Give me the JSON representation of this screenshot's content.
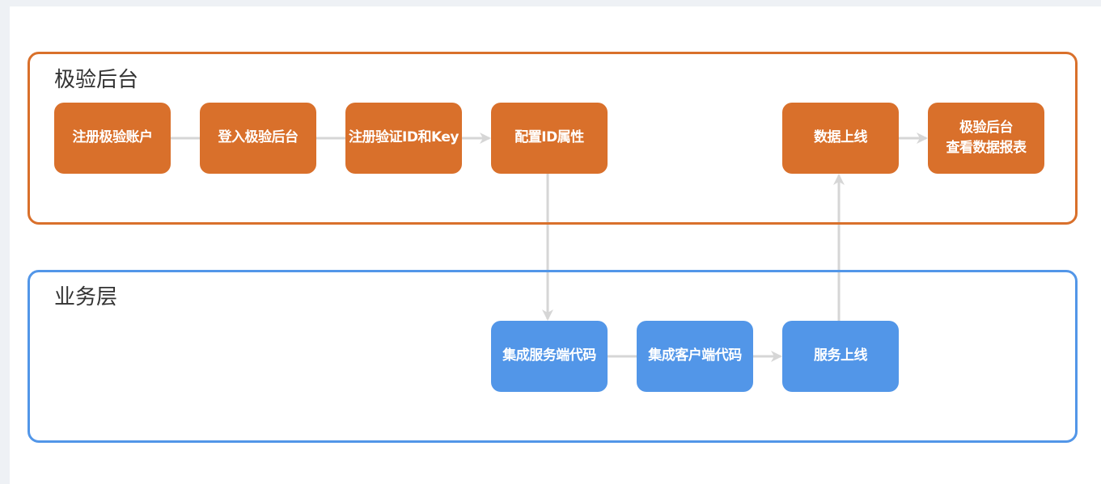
{
  "colors": {
    "page_background": "#eef1f5",
    "canvas": "#ffffff",
    "orange": "#d9702b",
    "blue": "#5296e8",
    "connector": "#d6d6d6",
    "title_text": "#333333"
  },
  "lanes": {
    "top": {
      "title": "极验后台",
      "color": "#d9702b",
      "nodes": {
        "register_account": "注册极验账户",
        "login_backend": "登入极验后台",
        "register_id_key": "注册验证ID和Key",
        "configure_id": "配置ID属性",
        "data_online": "数据上线",
        "view_reports": {
          "line1": "极验后台",
          "line2": "查看数据报表"
        }
      }
    },
    "bottom": {
      "title": "业务层",
      "color": "#5296e8",
      "nodes": {
        "server_code": "集成服务端代码",
        "client_code": "集成客户端代码",
        "service_online": "服务上线"
      }
    }
  }
}
